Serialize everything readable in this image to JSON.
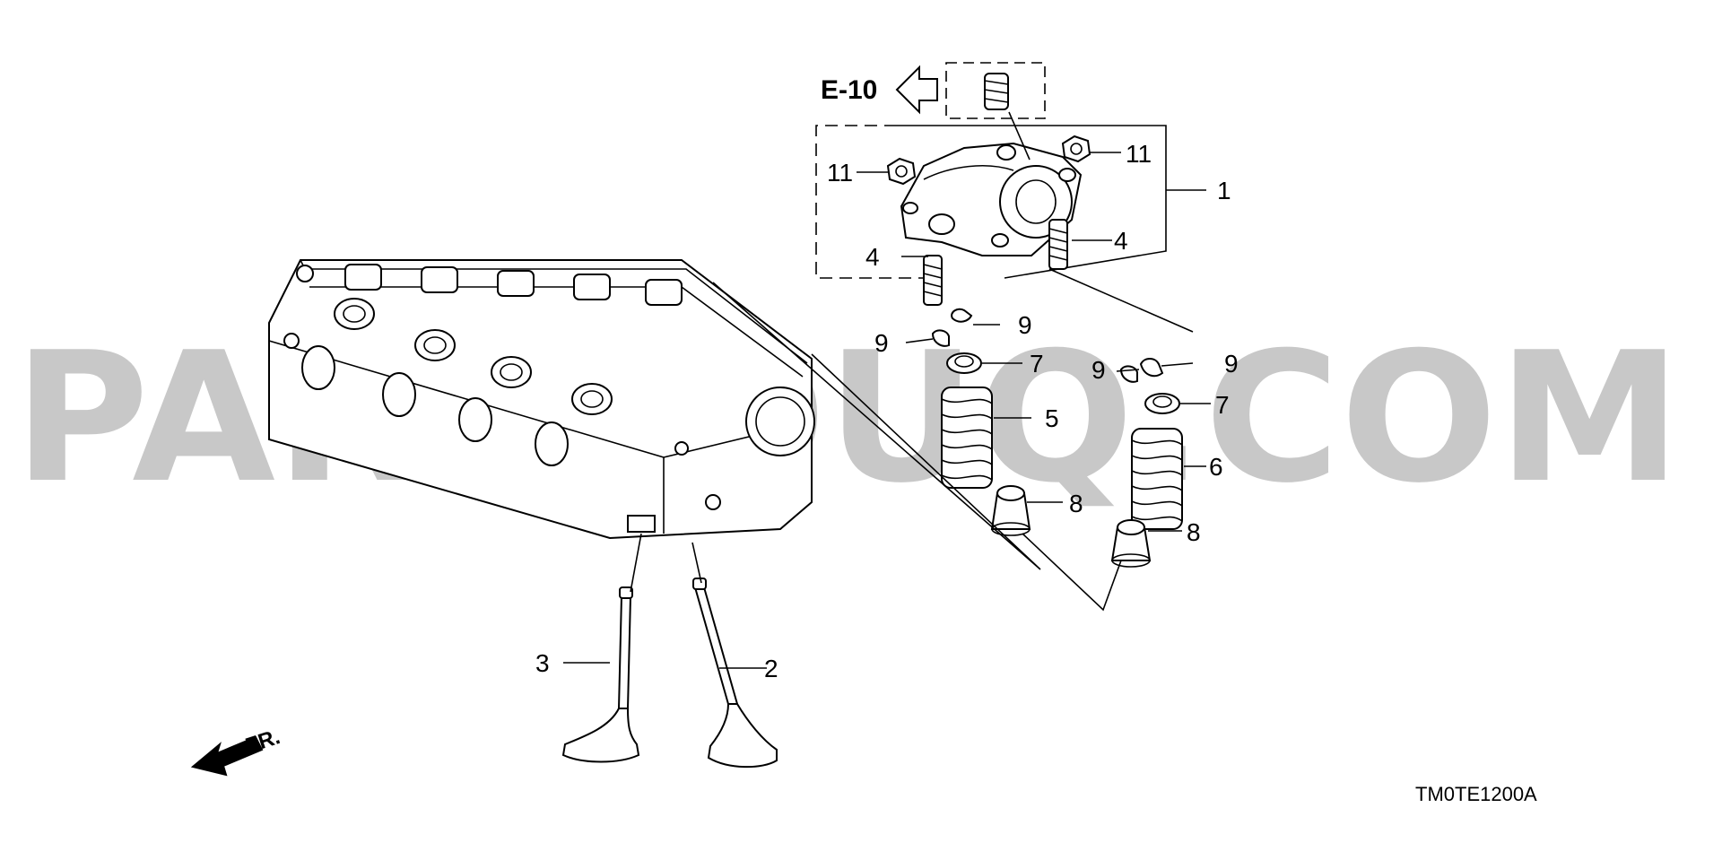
{
  "diagram": {
    "watermark_text": "PARTSOUQ.COM",
    "reference_label": "E-10",
    "drawing_code": "TM0TE1200A",
    "front_label": "FR.",
    "callouts": {
      "c1": "1",
      "c2": "2",
      "c3": "3",
      "c4a": "4",
      "c4b": "4",
      "c5": "5",
      "c6": "6",
      "c7a": "7",
      "c7b": "7",
      "c8a": "8",
      "c8b": "8",
      "c9a": "9",
      "c9b": "9",
      "c9c": "9",
      "c9d": "9",
      "c11a": "11",
      "c11b": "11"
    },
    "colors": {
      "watermark": "#c8c8c8",
      "line": "#000000",
      "background": "#ffffff"
    }
  }
}
